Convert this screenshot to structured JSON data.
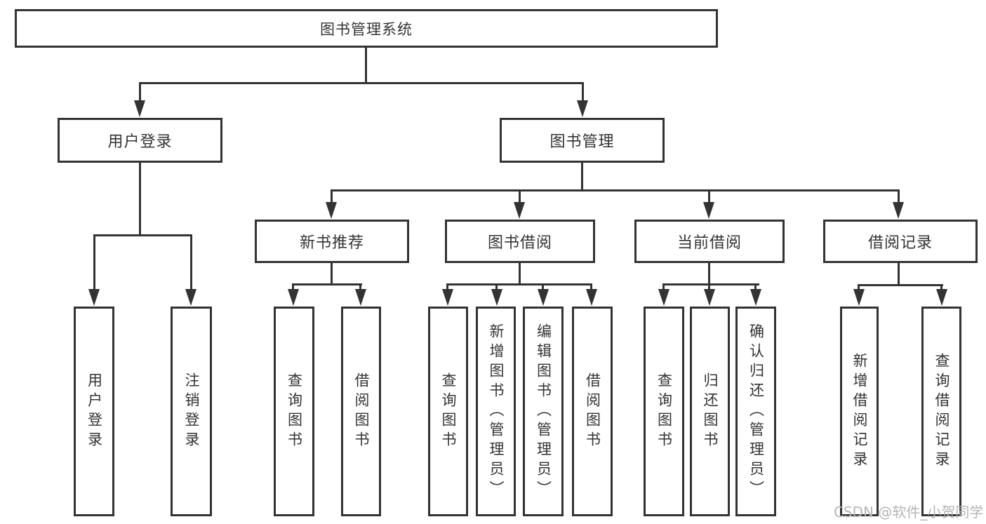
{
  "tree": {
    "root": "图书管理系统",
    "branches": [
      {
        "label": "用户登录",
        "children": [
          {
            "label": "用户登录"
          },
          {
            "label": "注销登录"
          }
        ]
      },
      {
        "label": "图书管理",
        "children": [
          {
            "label": "新书推荐",
            "children": [
              {
                "label": "查询图书"
              },
              {
                "label": "借阅图书"
              }
            ]
          },
          {
            "label": "图书借阅",
            "children": [
              {
                "label": "查询图书"
              },
              {
                "label": "新增图书（管理员）"
              },
              {
                "label": "编辑图书（管理员）"
              },
              {
                "label": "借阅图书"
              }
            ]
          },
          {
            "label": "当前借阅",
            "children": [
              {
                "label": "查询图书"
              },
              {
                "label": "归还图书"
              },
              {
                "label": "确认归还（管理员）"
              }
            ]
          },
          {
            "label": "借阅记录",
            "children": [
              {
                "label": "新增借阅记录"
              },
              {
                "label": "查询借阅记录"
              }
            ]
          }
        ]
      }
    ]
  },
  "watermark": "CSDN @软件_小贺同学",
  "colors": {
    "line": "#333333",
    "box_border": "#333333",
    "text": "#333333",
    "watermark": "#b5b5b5",
    "background": "#ffffff"
  }
}
